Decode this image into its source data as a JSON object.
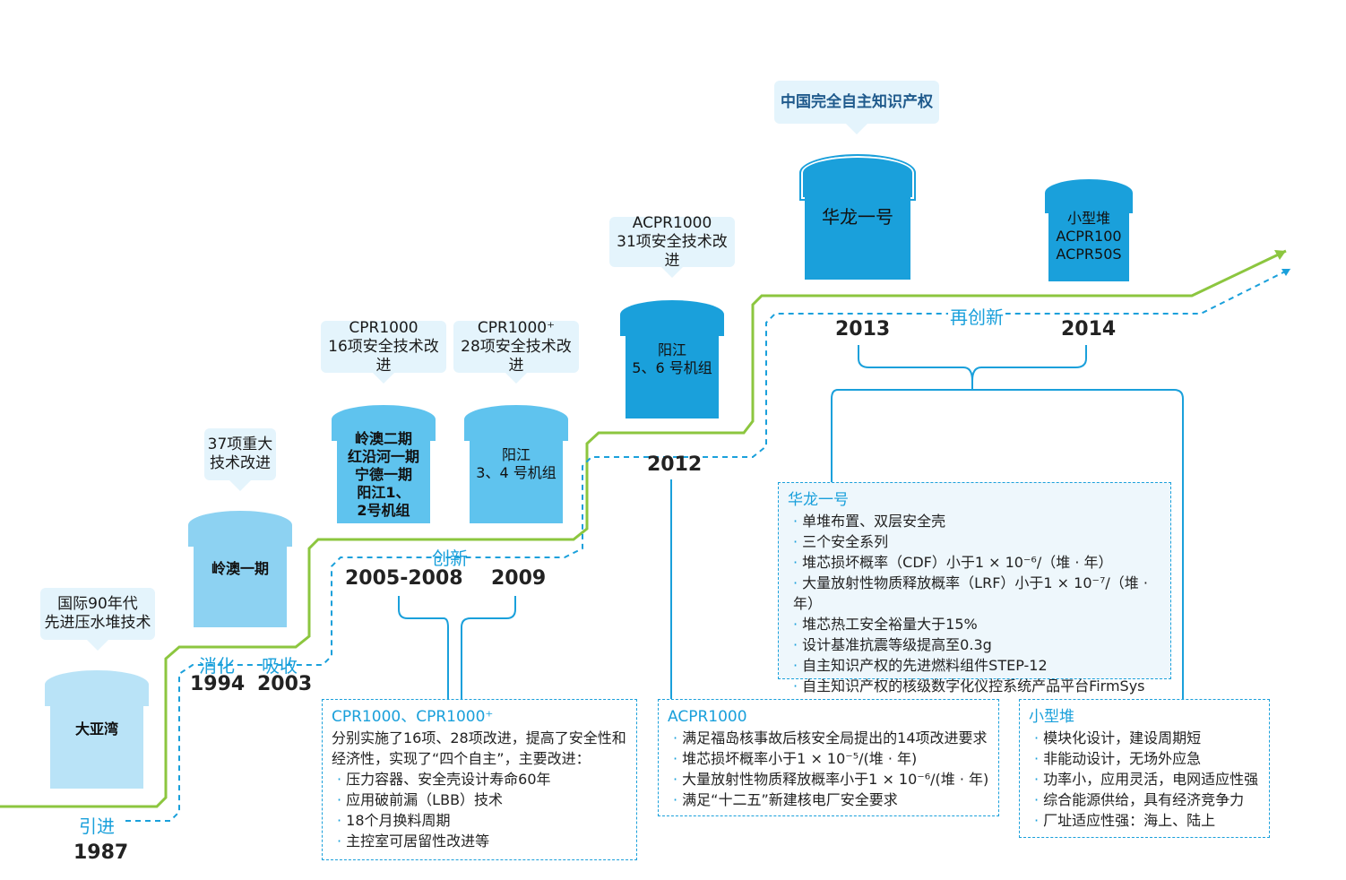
{
  "milestones": {
    "m1987": {
      "year": "1987",
      "stage": "引进",
      "unit": "大亚湾",
      "bubble": [
        "国际90年代",
        "先进压水堆技术"
      ]
    },
    "m1994": {
      "year": "1994",
      "stage": "消化"
    },
    "m2003": {
      "year": "2003",
      "stage": "吸收",
      "unit": "岭澳一期",
      "bubble": [
        "37项重大",
        "技术改进"
      ]
    },
    "m2005": {
      "year": "2005-2008",
      "unit": [
        "岭澳二期",
        "红沿河一期",
        "宁德一期",
        "阳江1、",
        "2号机组"
      ],
      "bubble": [
        "CPR1000",
        "16项安全技术改进"
      ]
    },
    "m2009": {
      "year": "2009",
      "unit": [
        "阳江",
        "3、4 号机组"
      ],
      "bubble": [
        "CPR1000⁺",
        "28项安全技术改进"
      ]
    },
    "innovation": "创新",
    "m2012": {
      "year": "2012",
      "unit": [
        "阳江",
        "5、6 号机组"
      ],
      "bubble": [
        "ACPR1000",
        "31项安全技术改进"
      ]
    },
    "m2013": {
      "year": "2013",
      "unit": "华龙一号",
      "bubble": "中国完全自主知识产权"
    },
    "reinnovation": "再创新",
    "m2014": {
      "year": "2014",
      "unit": [
        "小型堆",
        "ACPR100",
        "ACPR50S"
      ]
    }
  },
  "boxes": {
    "cpr": {
      "title": "CPR1000、CPR1000⁺",
      "intro": [
        "分别实施了16项、28项改进，提高了安全性和",
        "经济性，实现了“四个自主”，主要改进："
      ],
      "items": [
        "压力容器、安全壳设计寿命60年",
        "应用破前漏（LBB）技术",
        "18个月换料周期",
        "主控室可居留性改进等"
      ]
    },
    "acpr": {
      "title": "ACPR1000",
      "items": [
        "满足福岛核事故后核安全局提出的14项改进要求",
        "堆芯损坏概率小于1 × 10⁻⁵/(堆 · 年)",
        "大量放射性物质释放概率小于1 × 10⁻⁶/(堆 · 年)",
        "满足“十二五”新建核电厂安全要求"
      ]
    },
    "hualong": {
      "title": "华龙一号",
      "items": [
        "单堆布置、双层安全壳",
        "三个安全系列",
        "堆芯损坏概率（CDF）小于1 × 10⁻⁶/（堆 · 年）",
        "大量放射性物质释放概率（LRF）小于1 × 10⁻⁷/（堆 · 年）",
        "堆芯热工安全裕量大于15%",
        "设计基准抗震等级提高至0.3g",
        "自主知识产权的先进燃料组件STEP-12",
        "自主知识产权的核级数字化仪控系统产品平台FirmSys"
      ]
    },
    "small": {
      "title": "小型堆",
      "items": [
        "模块化设计，建设周期短",
        "非能动设计，无场外应急",
        "功率小，应用灵活，电网适应性强",
        "综合能源供给，具有经济竞争力",
        "厂址适应性强：海上、陆上"
      ]
    }
  },
  "colors": {
    "green": "#8cc63f",
    "blue": "#1aa0db",
    "light_blue": "#5fc3ee",
    "bubble": "#e4f4fc"
  }
}
